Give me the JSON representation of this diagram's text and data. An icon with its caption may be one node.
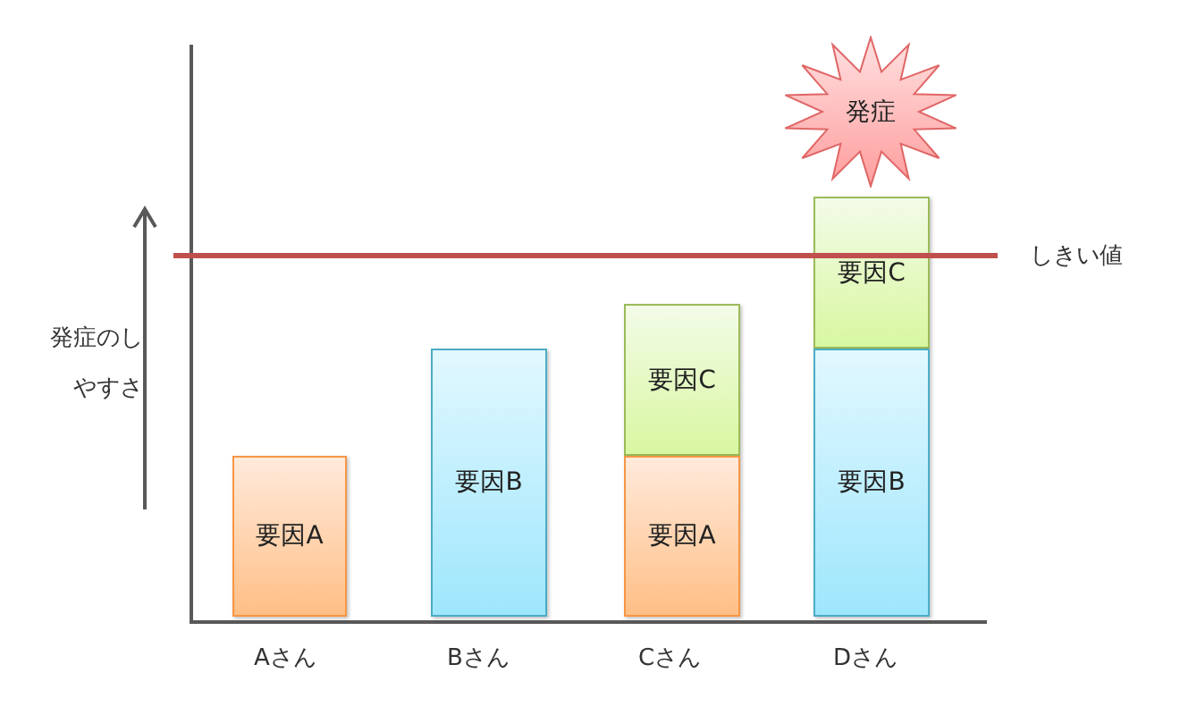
{
  "diagram": {
    "nodes": [
      {
        "text": [
          "要因A"
        ]
      },
      {
        "text": [
          "要因B"
        ]
      },
      {
        "text": [
          "要因C"
        ]
      },
      {
        "text": [
          "要因A"
        ]
      },
      {
        "text": [
          "発症"
        ]
      },
      {
        "text": [
          "要因C"
        ]
      },
      {
        "text": [
          "要因B"
        ]
      }
    ],
    "labels": [
      "発症のしやすさ",
      "しきい値",
      "Aさん",
      "Bさん",
      "Cさん",
      "Dさん"
    ]
  }
}
